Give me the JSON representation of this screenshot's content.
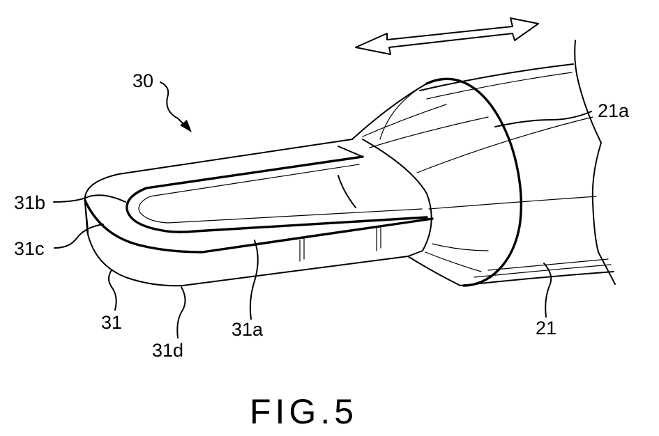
{
  "labels": {
    "ref_30": "30",
    "ref_21a": "21a",
    "ref_31b": "31b",
    "ref_31c": "31c",
    "ref_31": "31",
    "ref_31d": "31d",
    "ref_31a": "31a",
    "ref_21": "21"
  },
  "caption": "FIG.5",
  "colors": {
    "ink": "#000000",
    "background": "#ffffff"
  }
}
